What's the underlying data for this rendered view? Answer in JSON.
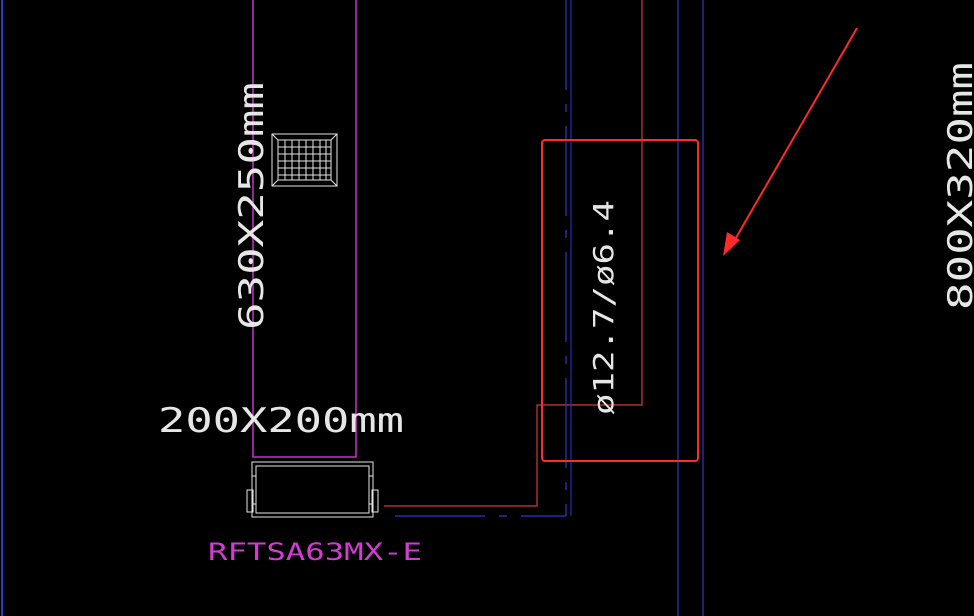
{
  "labels": {
    "duct_vertical": "630X250mm",
    "duct_right": "800X320mm",
    "branch_duct": "200X200mm",
    "pipe_size": "ø12.7/ø6.4",
    "unit_model": "RFTSA63MX-E"
  },
  "colors": {
    "background": "#000000",
    "duct_outline": "#c832c8",
    "refrigerant_line": "#d03a3a",
    "blue_line": "#2a3ad0",
    "annotation_red": "#ff2a2a",
    "text": "#e6e6e6",
    "model_text": "#d23cd2"
  },
  "icons": {
    "grille": "supply-grille-icon",
    "unit": "indoor-unit-icon",
    "arrow": "annotation-arrow-icon"
  }
}
